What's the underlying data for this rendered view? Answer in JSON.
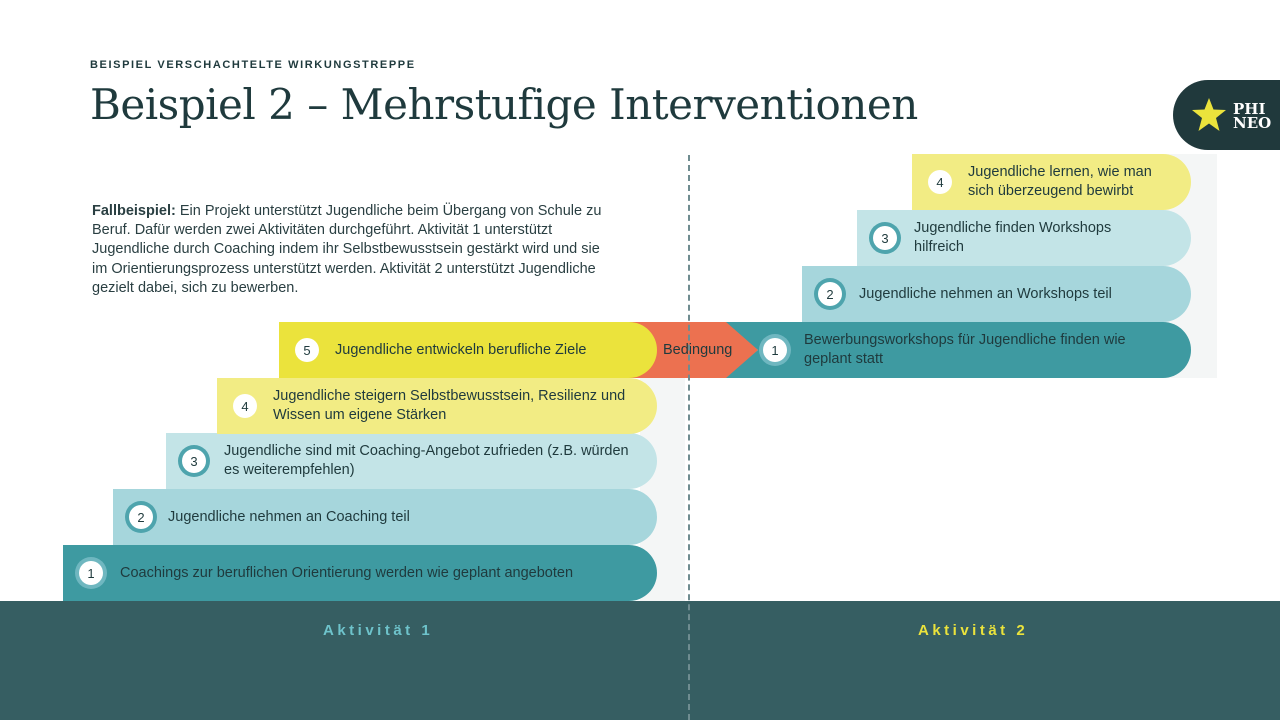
{
  "header": {
    "kicker": "BEISPIEL VERSCHACHTELTE WIRKUNGSTREPPE",
    "title": "Beispiel 2 – Mehrstufige Interventionen"
  },
  "logo": {
    "line1": "PHI",
    "line2": "NEO"
  },
  "description": {
    "label": "Fallbeispiel:",
    "text": " Ein Projekt unterstützt Jugendliche beim Übergang von Schule zu Beruf. Dafür werden zwei Aktivitäten durchgeführt. Aktivität 1 unterstützt Jugendliche durch Coaching indem ihr Selbstbewusstsein gestärkt wird und sie im Orientierungsprozess unterstützt werden. Aktivität 2 unterstützt Jugendliche gezielt dabei, sich zu bewerben."
  },
  "activity1": {
    "steps": [
      {
        "num": "1",
        "text": "Coachings zur beruflichen Orientierung werden wie geplant angeboten"
      },
      {
        "num": "2",
        "text": "Jugendliche nehmen an Coaching teil"
      },
      {
        "num": "3",
        "text": "Jugendliche sind mit Coaching-Angebot zufrieden (z.B. würden es weiterempfehlen)"
      },
      {
        "num": "4",
        "text": "Jugendliche steigern Selbstbewusstsein, Resilienz und Wissen um eigene Stärken"
      },
      {
        "num": "5",
        "text": "Jugendliche entwickeln berufliche Ziele"
      }
    ]
  },
  "condition": {
    "label": "Bedingung"
  },
  "activity2": {
    "steps": [
      {
        "num": "1",
        "text": "Bewerbungsworkshops für Jugendliche finden wie geplant statt"
      },
      {
        "num": "2",
        "text": "Jugendliche nehmen an Workshops teil"
      },
      {
        "num": "3",
        "text": "Jugendliche finden Workshops hilfreich"
      },
      {
        "num": "4",
        "text": "Jugendliche lernen, wie man sich überzeugend bewirbt"
      }
    ]
  },
  "footer": {
    "label1": "Aktivität 1",
    "label2": "Aktivität 2"
  },
  "colors": {
    "dark_teal": "#3e9aa1",
    "mid_teal": "#a6d6dc",
    "light_teal": "#c3e4e7",
    "pale_yellow": "#f2ec84",
    "yellow": "#ebe33c",
    "orange": "#ec7150",
    "footer": "#365e62",
    "label1": "#6ec3cb",
    "label2": "#ebe33c"
  }
}
